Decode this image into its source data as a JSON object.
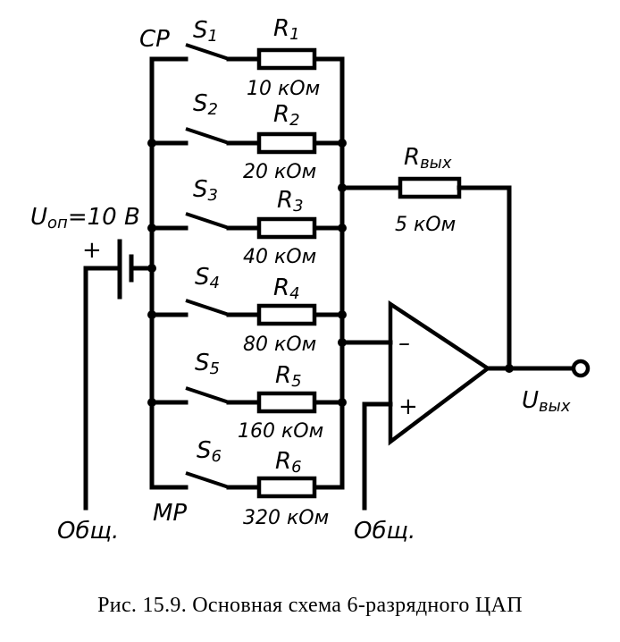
{
  "labels": {
    "cp": "СР",
    "mp": "МР",
    "uop_main": "U",
    "uop_sub": "оп",
    "uop_value": "=10 В",
    "plus_batt": "+",
    "common_left": "Общ.",
    "common_right": "Общ.",
    "minus_in": "–",
    "plus_in": "+",
    "rout_main": "R",
    "rout_sub": "вых",
    "rout_value": "5 кОм",
    "uout_main": "U",
    "uout_sub": "вых"
  },
  "branches": [
    {
      "switch": "S",
      "switch_sub": "1",
      "res": "R",
      "res_sub": "1",
      "value": "10 кОм"
    },
    {
      "switch": "S",
      "switch_sub": "2",
      "res": "R",
      "res_sub": "2",
      "value": "20 кОм"
    },
    {
      "switch": "S",
      "switch_sub": "3",
      "res": "R",
      "res_sub": "3",
      "value": "40 кОм"
    },
    {
      "switch": "S",
      "switch_sub": "4",
      "res": "R",
      "res_sub": "4",
      "value": "80 кОм"
    },
    {
      "switch": "S",
      "switch_sub": "5",
      "res": "R",
      "res_sub": "5",
      "value": "160 кОм"
    },
    {
      "switch": "S",
      "switch_sub": "6",
      "res": "R",
      "res_sub": "6",
      "value": "320 кОм"
    }
  ],
  "caption": "Рис. 15.9. Основная схема 6-разрядного ЦАП"
}
